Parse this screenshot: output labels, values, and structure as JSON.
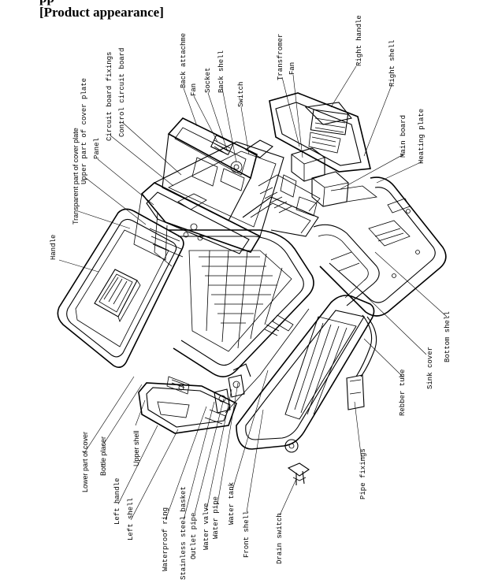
{
  "heading": {
    "partial_line": "pp",
    "title": "[Product appearance]"
  },
  "labels": {
    "handle": "Handle",
    "transparent_part_of_cover_plate": "Transparent part of cover plate",
    "upper_part_of_cover_plate": "Upper part of cover plate",
    "panel": "Panel",
    "circuit_board_fixings": "Circuit board fixings",
    "control_circuit_board": "Control circuit board",
    "back_attachment": "Back attachme",
    "fan_left": "Fan",
    "socket": "Socket",
    "back_shell": "Back shell",
    "switch": "Switch",
    "transformer": "Transfromer",
    "fan_right": "Fan",
    "right_handle": "Right handle",
    "right_shell": "Right shell",
    "main_board": "Main board",
    "heating_plate": "Heating plate",
    "bottom_shell": "Bottom shell",
    "sink_cover": "Sink cover",
    "rubber_tube": "Rebber tube",
    "pipe_fixings": "Pipe fixings",
    "lower_part_of_cover": "Lower part of cover",
    "bottle_placer": "Bottle placer",
    "upper_shell": "Upper shell",
    "left_handle": "Left handle",
    "left_shell": "Left shell",
    "waterproof_ring": "Waterproof ring",
    "stainless_steel_basket": "Stainless steel basket",
    "outlet_pipe": "Outlet pipe",
    "water_valve": "Water valve",
    "water_pipe": "Water pipe",
    "water_tank": "Water tank",
    "front_shell": "Front shell",
    "drain_switch": "Drain switch"
  }
}
